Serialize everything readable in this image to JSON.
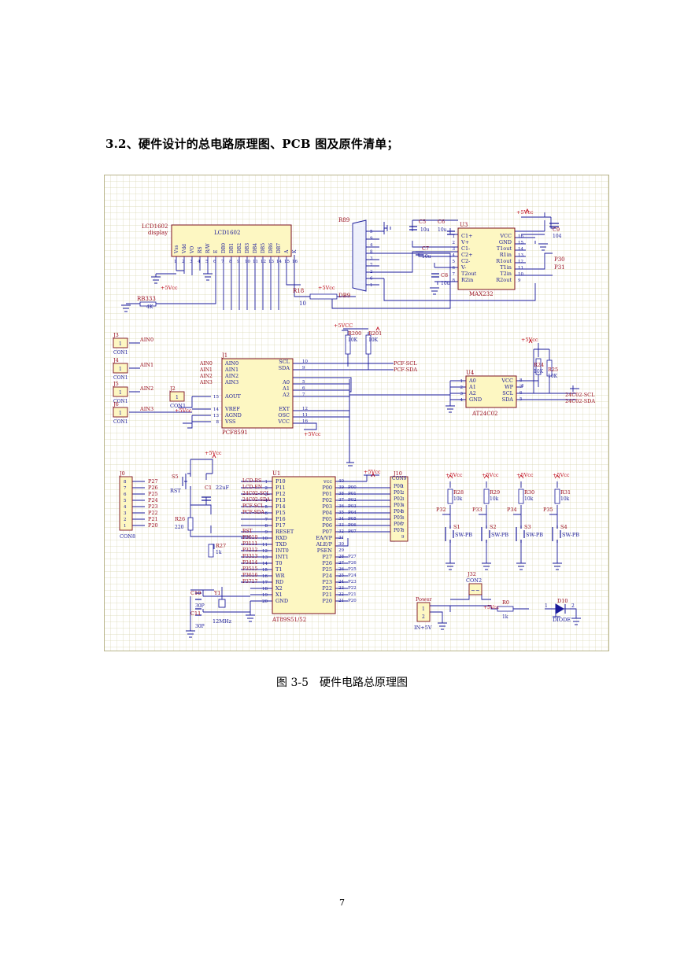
{
  "heading": "3.2、硬件设计的总电路原理图、PCB 图及原件清单；",
  "caption": "图 3-5　硬件电路总原理图",
  "page_number": "7",
  "colors": {
    "grid": "#d9d6b0",
    "wire": "#1a1a9a",
    "label": "#9a1020",
    "chip_fill": "#fdf7c2",
    "power": "#c01020"
  },
  "labels": {
    "lcd_ref": "LCD1602",
    "lcd_sub": "display",
    "lcd_name": "LCD1602",
    "lcd_pins": [
      "Vss",
      "Vdd",
      "VO",
      "RS",
      "R/W",
      "E",
      "DB0",
      "DB1",
      "DB2",
      "DB3",
      "DB4",
      "DB5",
      "DB6",
      "DB7",
      "A",
      "K"
    ],
    "rb_ref": "RB333",
    "rb_val": "4K",
    "r18_ref": "R18",
    "r18_val": "10",
    "db9_ref": "R89",
    "db9_name": "DB9",
    "max_ref": "U3",
    "max_name": "MAX232",
    "max_left": [
      "C1+",
      "V+",
      "C1-",
      "C2+",
      "C2-",
      "V-",
      "T2out",
      "R2in"
    ],
    "max_right": [
      "VCC",
      "GND",
      "T1out",
      "R1in",
      "R1out",
      "T1in",
      "T2in",
      "R2out"
    ],
    "max_lnum": [
      "1",
      "2",
      "3",
      "4",
      "5",
      "6",
      "7",
      "8"
    ],
    "max_rnum": [
      "16",
      "15",
      "14",
      "13",
      "12",
      "11",
      "10",
      "9"
    ],
    "c5": "C5",
    "c5v": "10u",
    "c6": "C6",
    "c6v": "10u",
    "c7": "C7",
    "c7v": "10u",
    "c8": "C8",
    "c8v": "10u",
    "c9": "C9",
    "c9v": "104",
    "p30": "P30",
    "p31": "P31",
    "vcc": "+5Vcc",
    "vcc2": "+5VCC",
    "r200": "R200",
    "r200v": "10K",
    "r201": "R201",
    "r201v": "10K",
    "pcf_ref": "J1",
    "pcf_name": "PCF8591",
    "pcf_left": [
      "AIN0",
      "AIN1",
      "AIN2",
      "AIN3",
      "AOUT",
      "VREF",
      "AGND",
      "VSS"
    ],
    "pcf_right": [
      "SCL",
      "SDA",
      "A0",
      "A1",
      "A2",
      "EXT",
      "OSC",
      "VCC"
    ],
    "pcf_lnum": [
      "",
      "",
      "",
      "",
      "15",
      "14",
      "13",
      "8"
    ],
    "pcf_rnum": [
      "10",
      "9",
      "5",
      "6",
      "7",
      "12",
      "11",
      "16"
    ],
    "pcf_scl": "PCF-SCL",
    "pcf_sda": "PCF-SDA",
    "j_refs": [
      "J3",
      "J4",
      "J5",
      "J6"
    ],
    "ains": [
      "AIN0",
      "AIN1",
      "AIN2",
      "AIN3"
    ],
    "con1": "CON1",
    "j2": "J2",
    "aout_pin": "1",
    "u4_ref": "U4",
    "u4_name": "AT24C02",
    "u4_left": [
      "A0",
      "A1",
      "A2",
      "GND"
    ],
    "u4_right": [
      "VCC",
      "WP",
      "SCL",
      "SDA"
    ],
    "u4_lnum": [
      "1",
      "2",
      "3",
      "4"
    ],
    "u4_rnum": [
      "8",
      "7",
      "6",
      "5"
    ],
    "r24": "R24",
    "r24v": "10K",
    "r25": "R25",
    "r25v": "10K",
    "e2_scl": "24C02-SCL",
    "e2_sda": "24C02-SDA",
    "j0": "J0",
    "con8": "CON8",
    "p2": [
      "P27",
      "P26",
      "P25",
      "P24",
      "P23",
      "P22",
      "P21",
      "P20"
    ],
    "s5": "S5",
    "rst": "RST",
    "c1": "C1",
    "c1v": "22uF",
    "r26": "R26",
    "r26v": "220",
    "r27": "R27",
    "r27v": "1k",
    "c10": "C10",
    "c10v": "30P",
    "c11": "C11",
    "c11v": "30P",
    "y1": "Y1",
    "y1v": "12MHz",
    "u1_ref": "U1",
    "u1_name": "AT89S51/52",
    "u1_left": [
      "P10",
      "P11",
      "P12",
      "P13",
      "P14",
      "P15",
      "P16",
      "P17",
      "RESET",
      "RXD",
      "TXD",
      "INT0",
      "INT1",
      "T0",
      "T1",
      "WR",
      "RD",
      "X2",
      "X1",
      "GND"
    ],
    "u1_right": [
      "vcc",
      "P00",
      "P01",
      "P02",
      "P03",
      "P04",
      "P05",
      "P06",
      "P07",
      "EA/VP",
      "ALE/P",
      "PSEN",
      "P27",
      "P26",
      "P25",
      "P24",
      "P23",
      "P22",
      "P21",
      "P20"
    ],
    "u1_lnum": [
      "1",
      "2",
      "3",
      "4",
      "5",
      "6",
      "7",
      "8",
      "9",
      "10",
      "11",
      "12",
      "13",
      "14",
      "15",
      "16",
      "17",
      "18",
      "19",
      "20"
    ],
    "u1_rnum": [
      "40",
      "39",
      "38",
      "37",
      "36",
      "35",
      "34",
      "33",
      "32",
      "31",
      "30",
      "29",
      "28",
      "27",
      "26",
      "25",
      "24",
      "23",
      "22",
      "21"
    ],
    "u1_lnet": [
      "LCD-RS",
      "LCD-EN",
      "24C02-SCL",
      "24C02-SDA",
      "PCF-SCL",
      "PCF-SDA",
      "",
      "",
      "RST",
      "P3010",
      "P3111",
      "P3212",
      "P3313",
      "P3414",
      "P3515",
      "P3616",
      "P3717",
      "",
      "",
      ""
    ],
    "u1_rnet": [
      "",
      "P00",
      "P01",
      "P02",
      "P03",
      "P04",
      "P05",
      "P06",
      "P07",
      "",
      "",
      "",
      "P27",
      "P26",
      "P25",
      "P24",
      "P23",
      "P22",
      "P21",
      "P20"
    ],
    "j10": "J10",
    "j10_name": "CON9",
    "p0": [
      "P00",
      "P01",
      "P02",
      "P03",
      "P04",
      "P05",
      "P06",
      "P07"
    ],
    "sw_r": [
      "R28",
      "R29",
      "R30",
      "R31"
    ],
    "sw_rv": [
      "10k",
      "10k",
      "10k",
      "10k"
    ],
    "sw_p": [
      "P32",
      "P33",
      "P34",
      "P35"
    ],
    "sw_s": [
      "S1",
      "S2",
      "S3",
      "S4"
    ],
    "sw_name": "SW-PB",
    "j32": "J32",
    "con2": "CON2",
    "ac": "~~",
    "power": "Power",
    "in5v": "IN+5V",
    "r0": "R0",
    "r0v": "1k",
    "d10": "D10",
    "diode": "DIODE",
    "dpin1": "1",
    "dpin2": "2"
  }
}
